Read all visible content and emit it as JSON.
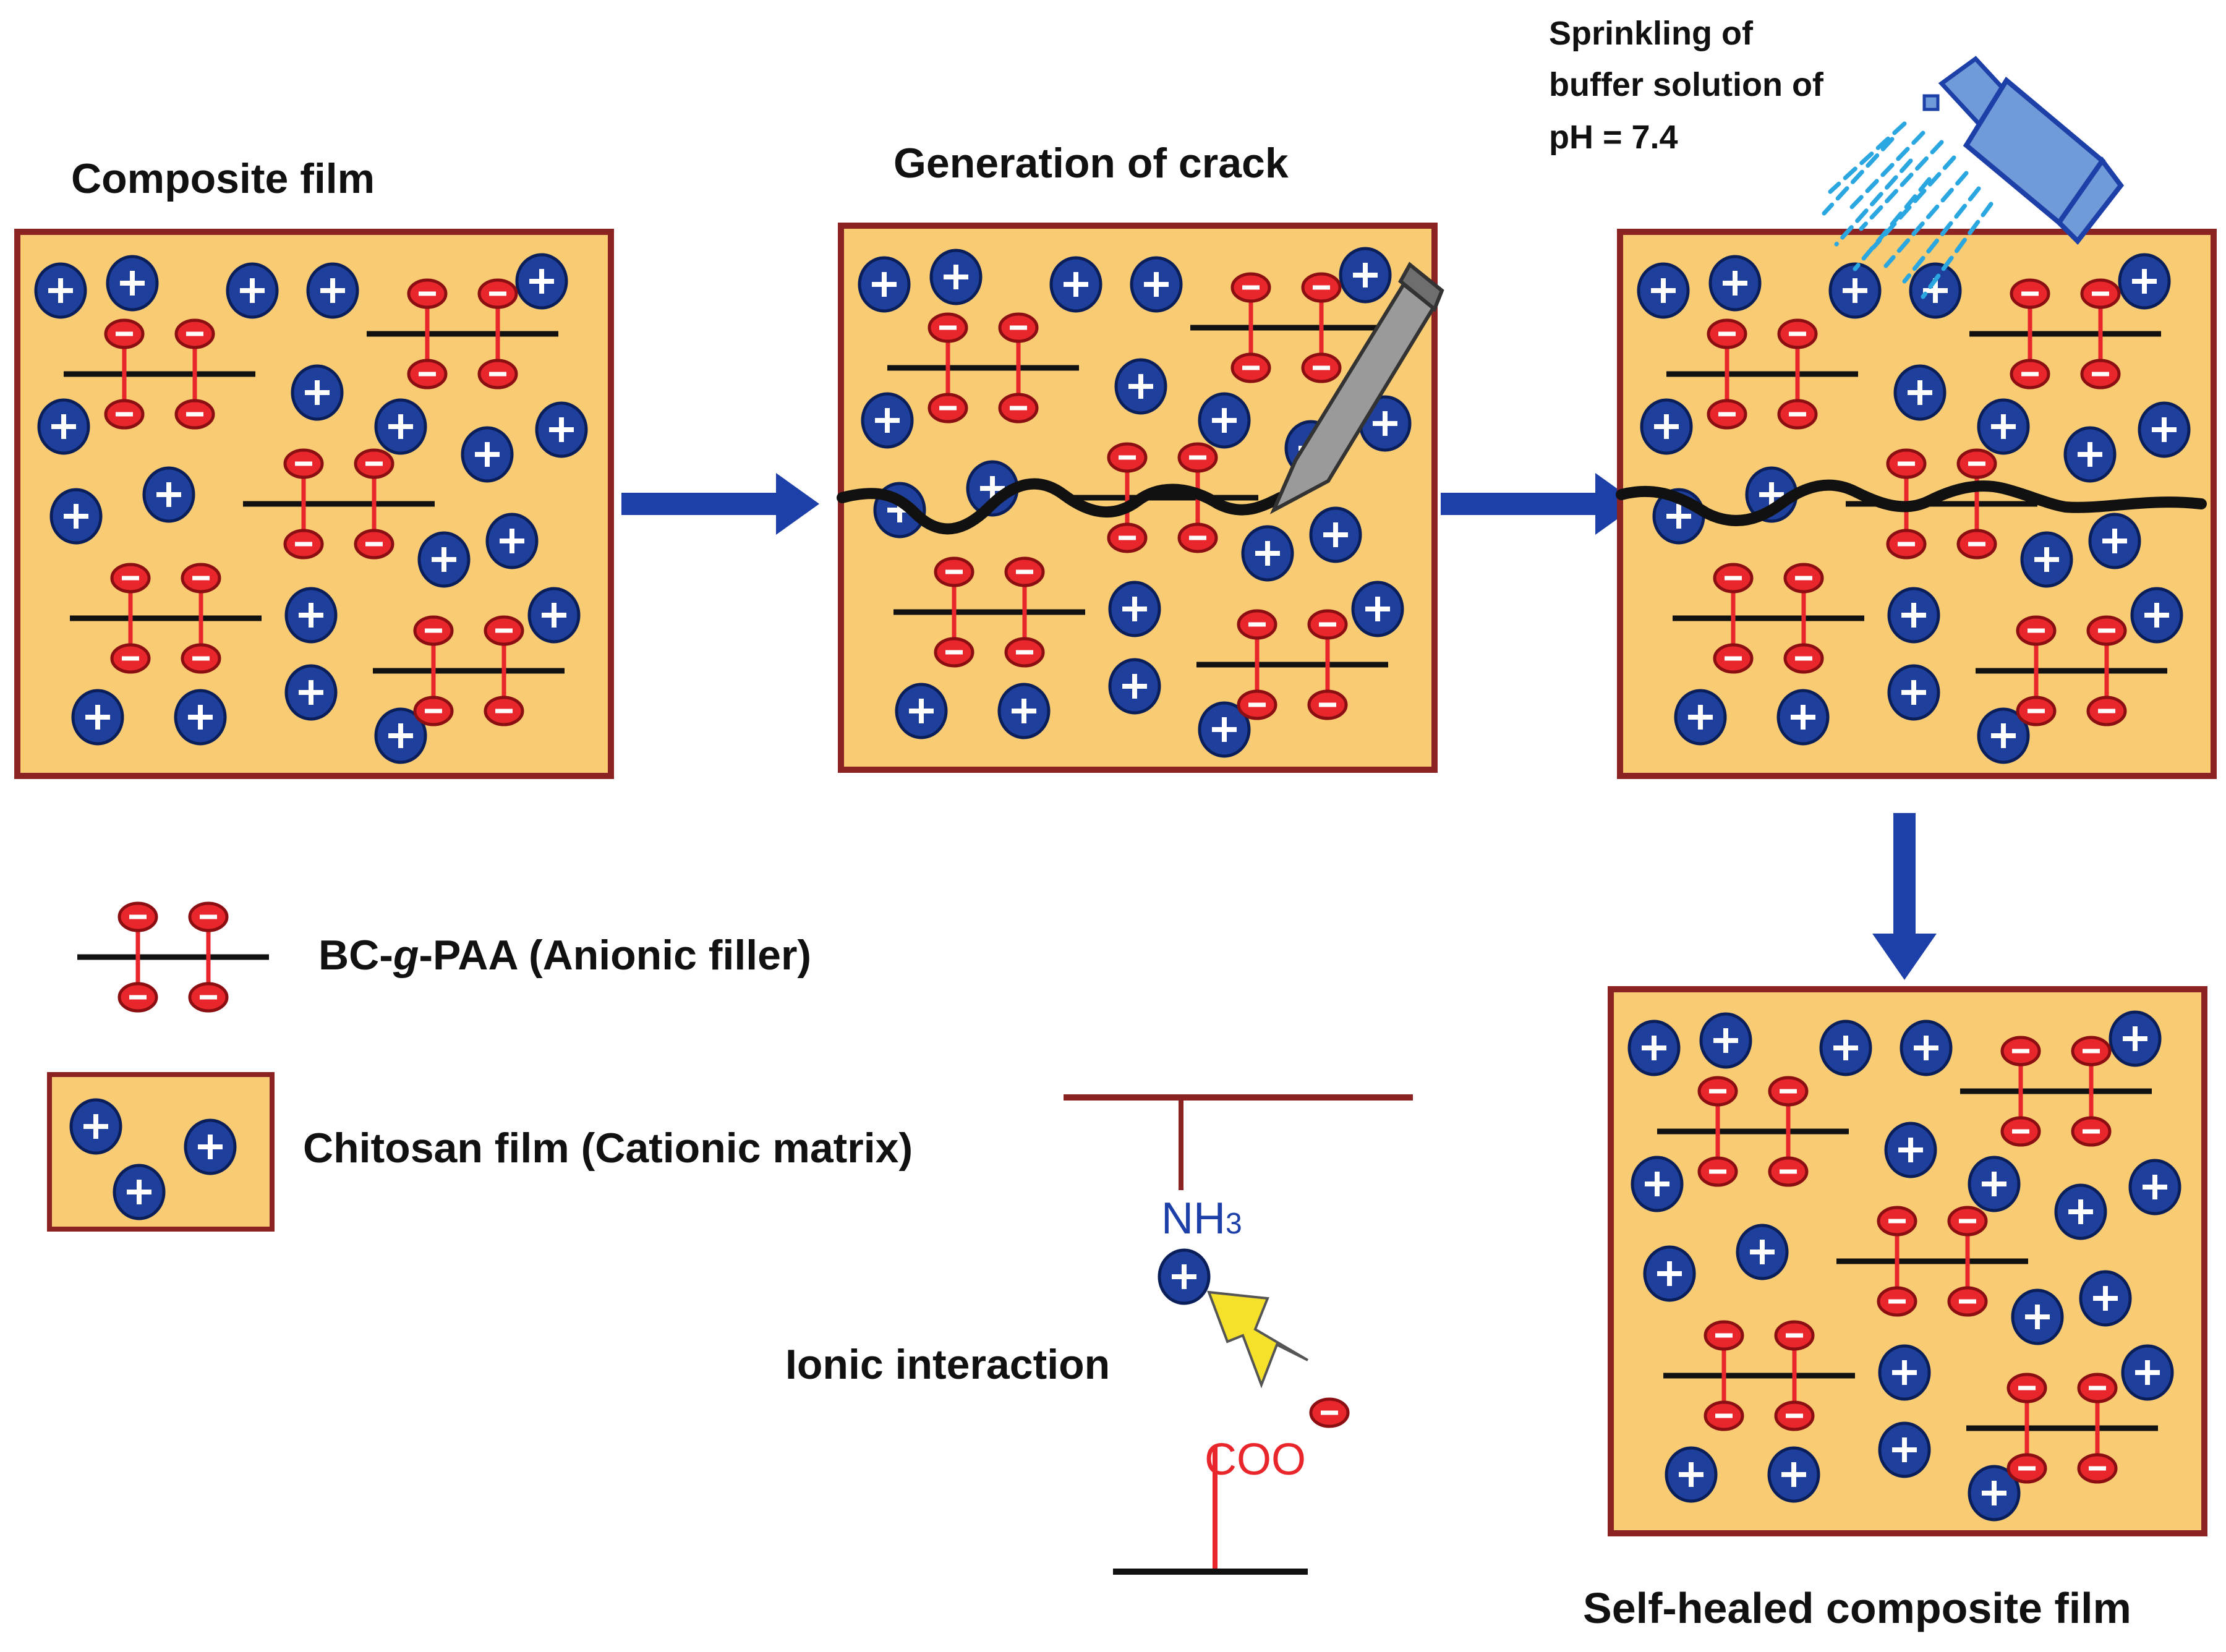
{
  "labels": {
    "composite_film": "Composite film",
    "generation_of_crack": "Generation of crack",
    "sprinkling_line1": "Sprinkling of",
    "sprinkling_line2": "buffer solution of",
    "sprinkling_line3": "pH = 7.4",
    "self_healed": "Self-healed composite film"
  },
  "legend": {
    "anionic_prefix": "BC-",
    "anionic_g": "g",
    "anionic_suffix": "-PAA (Anionic filler)",
    "cationic": "Chitosan film (Cationic matrix)"
  },
  "interaction": {
    "nh3": "NH",
    "nh3_sub": "3",
    "coo": "COO",
    "label": "Ionic interaction"
  },
  "colors": {
    "film_fill": "#f9cb72",
    "film_border": "#8b2323",
    "cation_fill": "#1f3f9c",
    "anion_fill": "#e8262b",
    "arrow": "#1d3fa8",
    "crack": "#111111",
    "spray_drops": "#2aa6e0",
    "spray_bottle": "#6f9bd8"
  },
  "icons": {
    "cation": "plus-sign",
    "anion": "minus-sign",
    "blade": "scalpel-icon",
    "spray": "spray-bottle-icon",
    "lightning": "lightning-bolt-icon"
  }
}
